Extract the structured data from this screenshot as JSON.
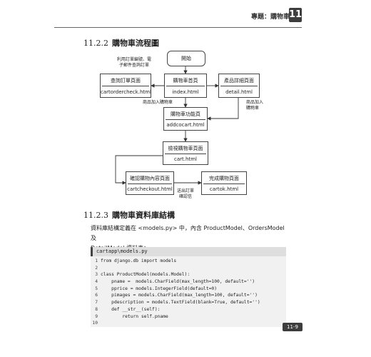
{
  "header": {
    "title": "專題：購物車",
    "chapter": "11"
  },
  "section1": {
    "number": "11.2.2",
    "title": "購物車流程圖"
  },
  "flow": {
    "start": "開始",
    "nodes": {
      "query": {
        "name": "查詢訂單頁面",
        "file": "cartordercheck.html"
      },
      "index": {
        "name": "購物車首頁",
        "file": "index.html"
      },
      "detail": {
        "name": "產品詳細頁面",
        "file": "detail.html"
      },
      "addcart": {
        "name": "購物車功能頁",
        "file": "addcocart.html"
      },
      "cart": {
        "name": "檢視購物車頁面",
        "file": "cart.html"
      },
      "checkout": {
        "name": "確認購物內容頁面",
        "file": "cartcheckout.html"
      },
      "ok": {
        "name": "完成購物頁面",
        "file": "cartok.html"
      }
    },
    "notes": {
      "query_line1": "利用訂單編號、電",
      "query_line2": "子郵件查詢訂單",
      "add_left": "商品加入購物車",
      "add_right_line1": "商品加入",
      "add_right_line2": "購物車",
      "send_line1": "送出訂單",
      "send_line2": "確認信"
    }
  },
  "section2": {
    "number": "11.2.3",
    "title": "購物車資料庫結構"
  },
  "paragraph": {
    "line1": "資料庫結構定義在 <models.py> 中，內含 ProductModel、OrdersModel 及",
    "line2": "DetailModel 資料表："
  },
  "code": {
    "filename": "cartapp\\models.py",
    "lines": [
      {
        "n": "1",
        "text": "from django.db import models"
      },
      {
        "n": "2",
        "text": ""
      },
      {
        "n": "3",
        "text": "class ProductModel(models.Model):"
      },
      {
        "n": "4",
        "text": "    pname =  models.CharField(max_length=100, default='')"
      },
      {
        "n": "5",
        "text": "    pprice = models.IntegerField(default=0)"
      },
      {
        "n": "6",
        "text": "    pimages = models.CharField(max_length=100, default='')"
      },
      {
        "n": "7",
        "text": "    pdescription = models.TextField(blank=True, default='')"
      },
      {
        "n": "8",
        "text": "    def __str__(self):"
      },
      {
        "n": "9",
        "text": "        return self.pname"
      },
      {
        "n": "10",
        "text": ""
      }
    ]
  },
  "footer": {
    "page": "11-9"
  }
}
